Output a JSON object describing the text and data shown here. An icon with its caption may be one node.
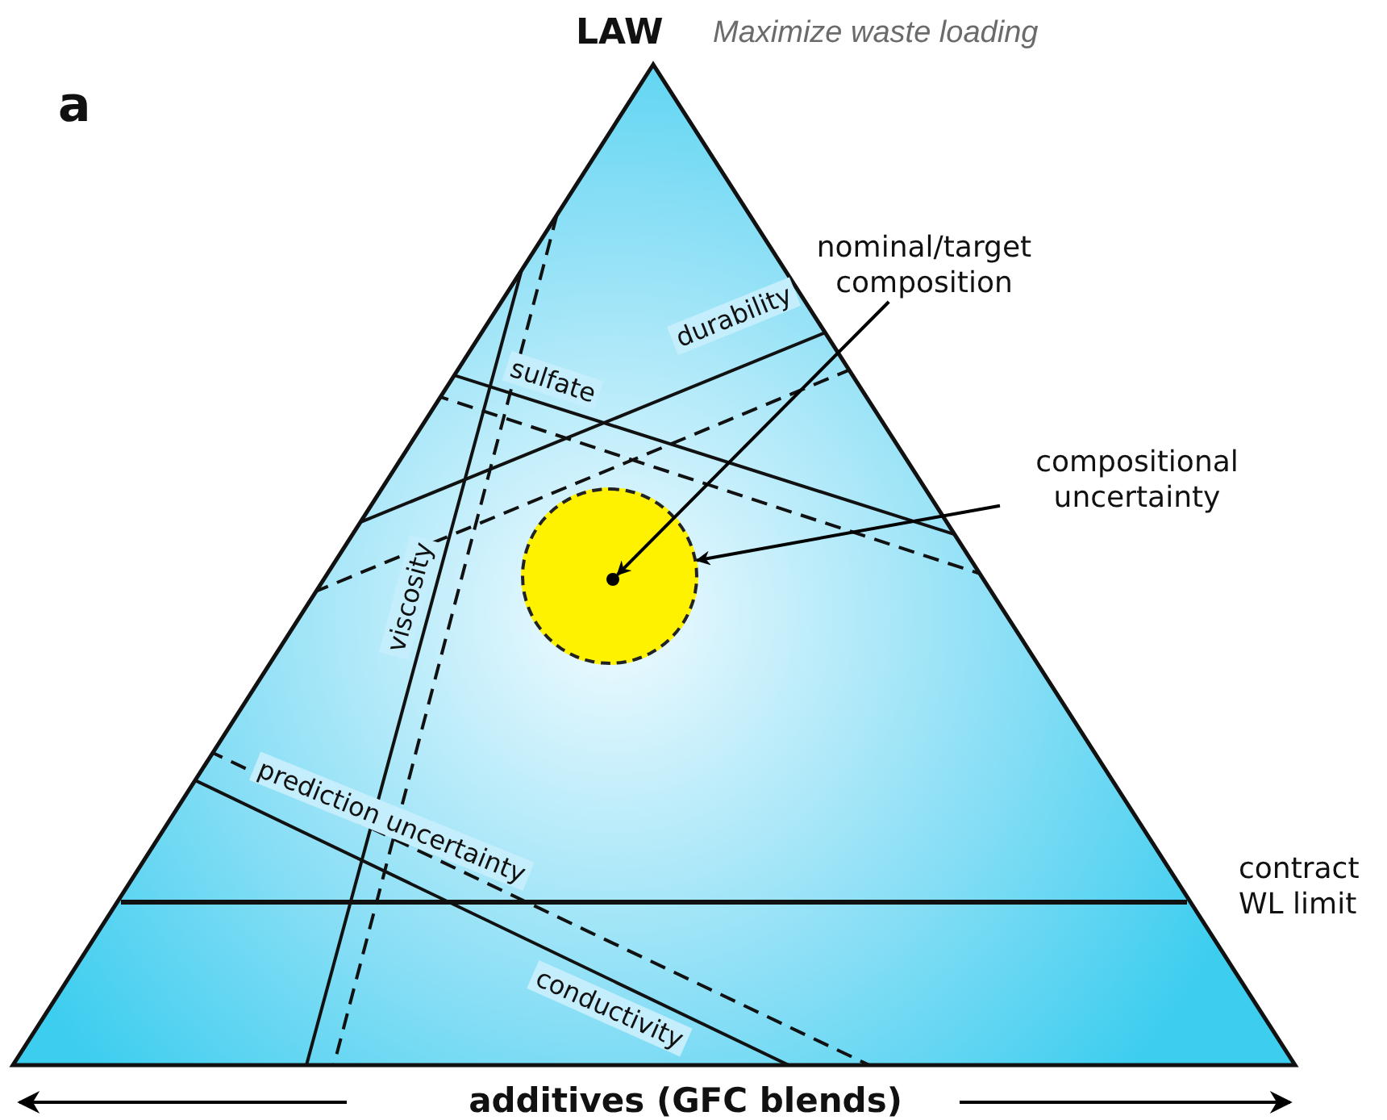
{
  "diagram": {
    "nodes": [
      {
        "text": [
          "nominal/target composition"
        ]
      },
      {
        "text": [
          "compositional uncertainty"
        ]
      },
      {
        "text": [],
        "shape": "circle"
      },
      {
        "text": [],
        "shape": "circle",
        "in": 2
      }
    ],
    "edges": [
      {
        "from": 0,
        "to": 3,
        "arrow": "to"
      },
      {
        "from": 1,
        "to": 2,
        "arrow": "to"
      }
    ],
    "labels": [
      "LAW",
      "Maximize waste loading",
      "a",
      "durability",
      "sulfate",
      "viscosity",
      "prediction uncertainty",
      "conductivity",
      "contract WL limit",
      "additives (GFC blends)"
    ]
  }
}
